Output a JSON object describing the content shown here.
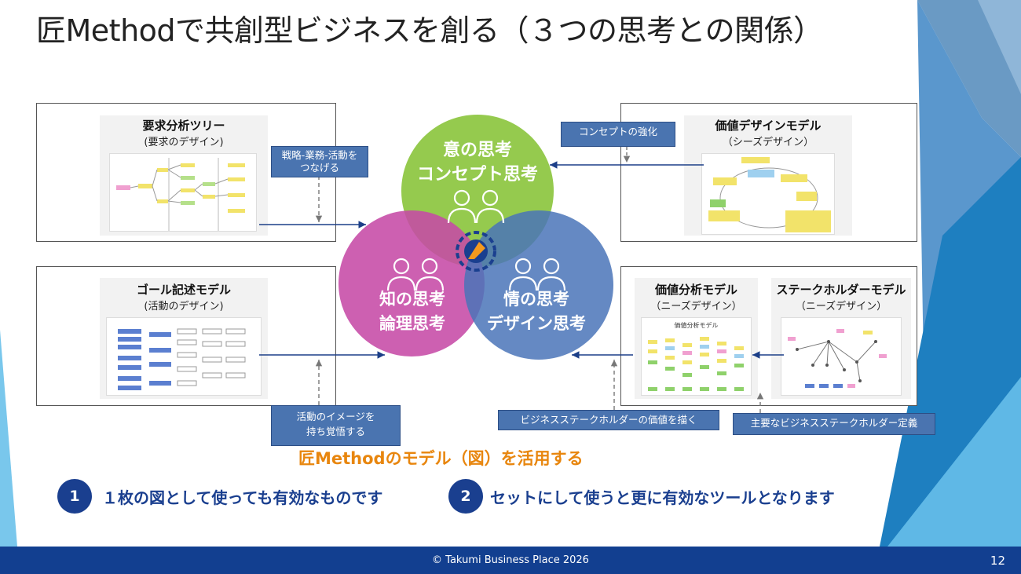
{
  "title": "匠Methodで共創型ビジネスを創る（３つの思考との関係）",
  "panels": {
    "requirements": {
      "title": "要求分析ツリー",
      "subtitle": "(要求のデザイン)"
    },
    "goal": {
      "title": "ゴール記述モデル",
      "subtitle": "(活動のデザイン)"
    },
    "value_design": {
      "title": "価値デザインモデル",
      "subtitle": "（シーズデザイン）"
    },
    "value_analysis": {
      "title": "価値分析モデル",
      "subtitle": "（ニーズデザイン）",
      "thumb_caption": "価値分析モデル"
    },
    "stakeholder": {
      "title": "ステークホルダーモデル",
      "subtitle": "（ニーズデザイン）"
    }
  },
  "callouts": {
    "connect": "戦略-業務-活動を\nつなげる",
    "concept": "コンセプトの強化",
    "activity": "活動のイメージを\n持ち覚悟する",
    "stakeholder_value": "ビジネスステークホルダーの価値を描く",
    "stakeholder_def": "主要なビジネスステークホルダー定義"
  },
  "circles": {
    "top": {
      "line1": "意の思考",
      "line2": "コンセプト思考",
      "color": "#8cc63f"
    },
    "left": {
      "line1": "知の思考",
      "line2": "論理思考",
      "color": "#c64aa6"
    },
    "right": {
      "line1": "情の思考",
      "line2": "デザイン思考",
      "color": "#4a74b8"
    }
  },
  "tagline": "匠Methodのモデル（図）を活用する",
  "notes": [
    {
      "num": "1",
      "text": "１枚の図として使っても有効なものです"
    },
    {
      "num": "2",
      "text": "セットにして使うと更に有効なツールとなります"
    }
  ],
  "footer": "© Takumi Business Place 2026",
  "page_number": "12",
  "colors": {
    "navy": "#123f90",
    "orange": "#e8860e",
    "callout": "#4a74b0",
    "deco_blue": "#2e7fbf"
  }
}
